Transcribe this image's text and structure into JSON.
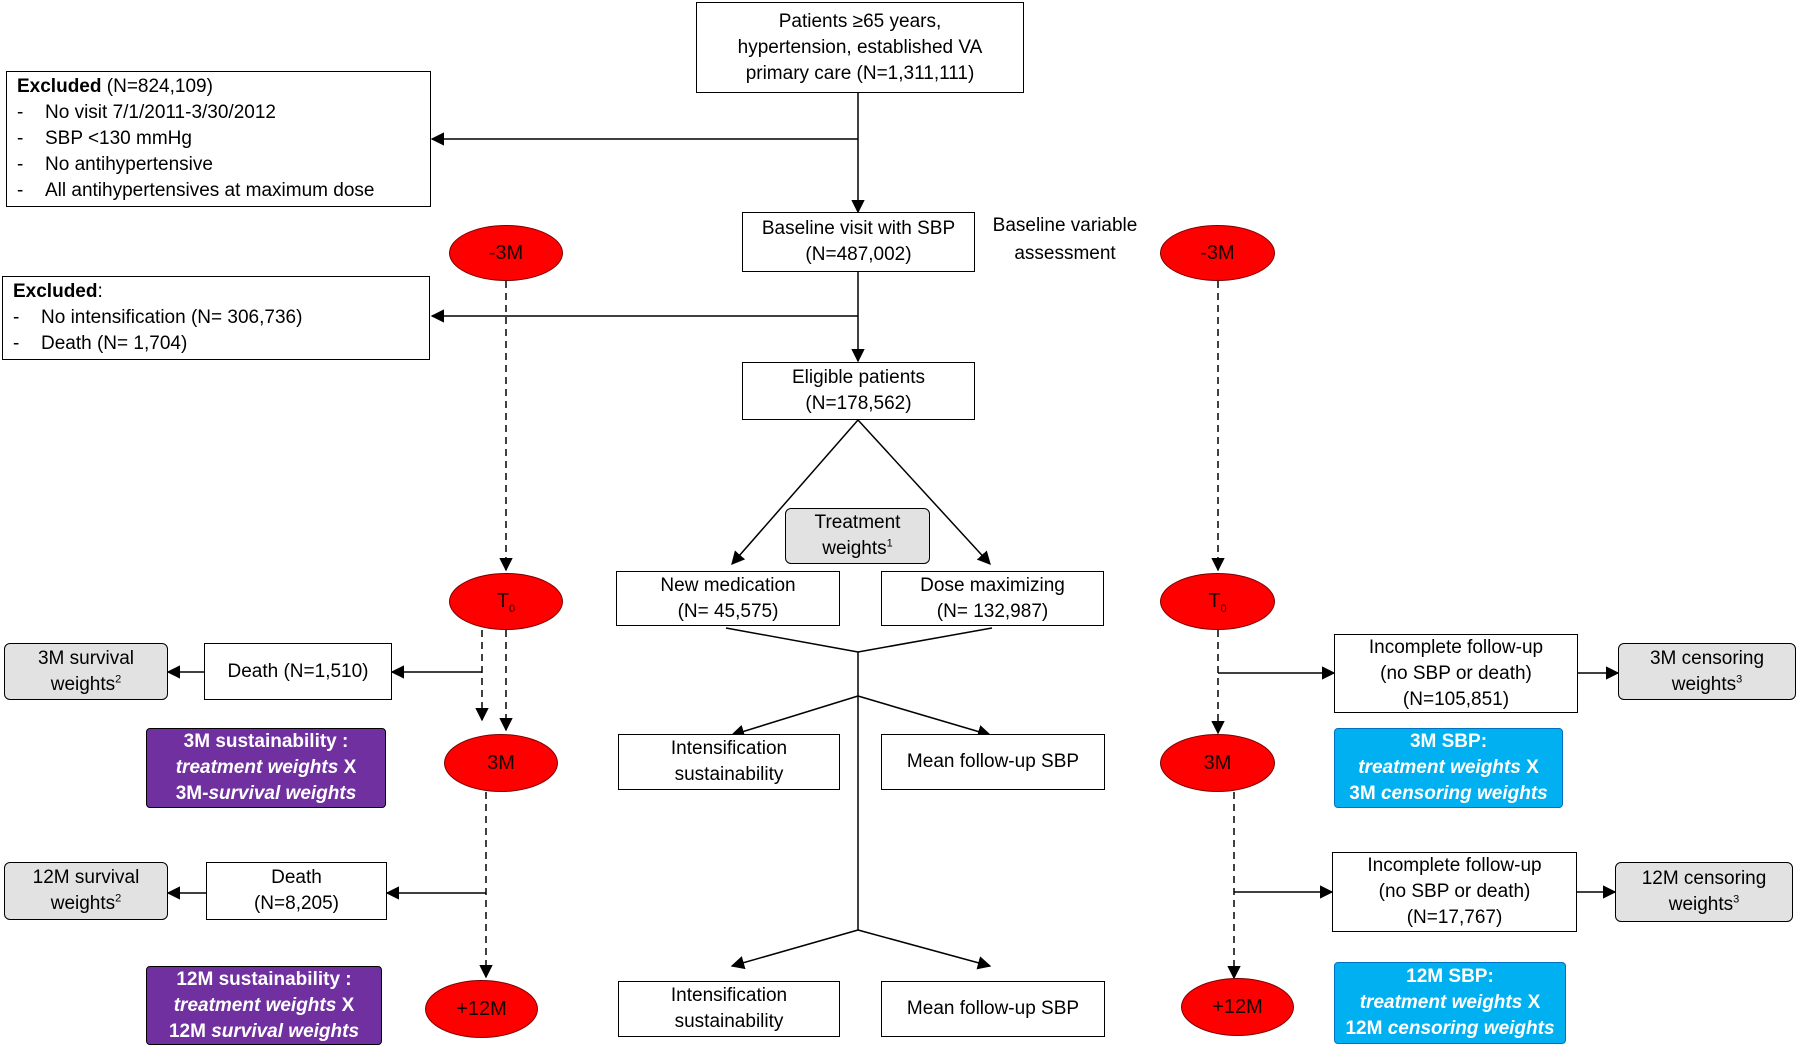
{
  "top_box": {
    "line1": "Patients ≥65 years,",
    "line2": "hypertension, established VA",
    "line3": "primary care (N=1,311,111)"
  },
  "excluded1": {
    "title": "Excluded",
    "count": "(N=824,109)",
    "items": [
      "No visit 7/1/2011-3/30/2012",
      "SBP <130 mmHg",
      "No antihypertensive",
      "All antihypertensives at maximum dose"
    ]
  },
  "baseline_box": {
    "line1": "Baseline visit with SBP",
    "line2": "(N=487,002)"
  },
  "baseline_note": {
    "line1": "Baseline variable",
    "line2": "assessment"
  },
  "excluded2": {
    "title": "Excluded",
    "colon": ":",
    "items": [
      "No intensification (N= 306,736)",
      "Death (N= 1,704)"
    ]
  },
  "eligible_box": {
    "line1": "Eligible patients",
    "line2": "(N=178,562)"
  },
  "treatment_weights": {
    "line1": "Treatment",
    "line2": "weights",
    "sup": "1"
  },
  "new_med": {
    "line1": "New medication",
    "line2": "(N= 45,575)"
  },
  "dose_max": {
    "line1": "Dose maximizing",
    "line2": "(N= 132,987)"
  },
  "mid_3m": {
    "left1": "Intensification",
    "left2": "sustainability",
    "right": "Mean follow-up SBP"
  },
  "mid_12m": {
    "left1": "Intensification",
    "left2": "sustainability",
    "right": "Mean follow-up SBP"
  },
  "timeline": {
    "minus3m": "-3M",
    "t0": "T",
    "t0_sub": "0",
    "m3": "3M",
    "plus12m": "+12M"
  },
  "left_branch": {
    "death_3m": "Death (N=1,510)",
    "surv_3m": {
      "line1": "3M survival",
      "line2": "weights",
      "sup": "2"
    },
    "sust_3m": {
      "line1": "3M sustainability :",
      "line2a": "treatment weights",
      "line2b": " X",
      "line3a": "3M-",
      "line3b": "survival weights"
    },
    "death_12m": {
      "line1": "Death",
      "line2": "(N=8,205)"
    },
    "surv_12m": {
      "line1": "12M survival",
      "line2": "weights",
      "sup": "2"
    },
    "sust_12m": {
      "line1": "12M sustainability :",
      "line2a": "treatment weights",
      "line2b": " X",
      "line3a": "12M ",
      "line3b": "survival weights"
    }
  },
  "right_branch": {
    "inc_3m": {
      "line1": "Incomplete follow-up",
      "line2": "(no SBP or death)",
      "line3": "(N=105,851)"
    },
    "cens_3m": {
      "line1": "3M censoring",
      "line2": "weights",
      "sup": "3"
    },
    "sbp_3m": {
      "line1": "3M SBP:",
      "line2a": "treatment weights",
      "line2b": " X",
      "line3a": "3M ",
      "line3b": "censoring weights"
    },
    "inc_12m": {
      "line1": "Incomplete follow-up",
      "line2": "(no SBP or death)",
      "line3": "(N=17,767)"
    },
    "cens_12m": {
      "line1": "12M censoring",
      "line2": "weights",
      "sup": "3"
    },
    "sbp_12m": {
      "line1": "12M SBP:",
      "line2a": "treatment weights",
      "line2b": " X",
      "line3a": "12M ",
      "line3b": "censoring weights"
    }
  },
  "colors": {
    "red_node": "#ff0000",
    "purple_box": "#7030a0",
    "blue_box": "#00b0f0",
    "grey_box": "#e2e2e2"
  }
}
